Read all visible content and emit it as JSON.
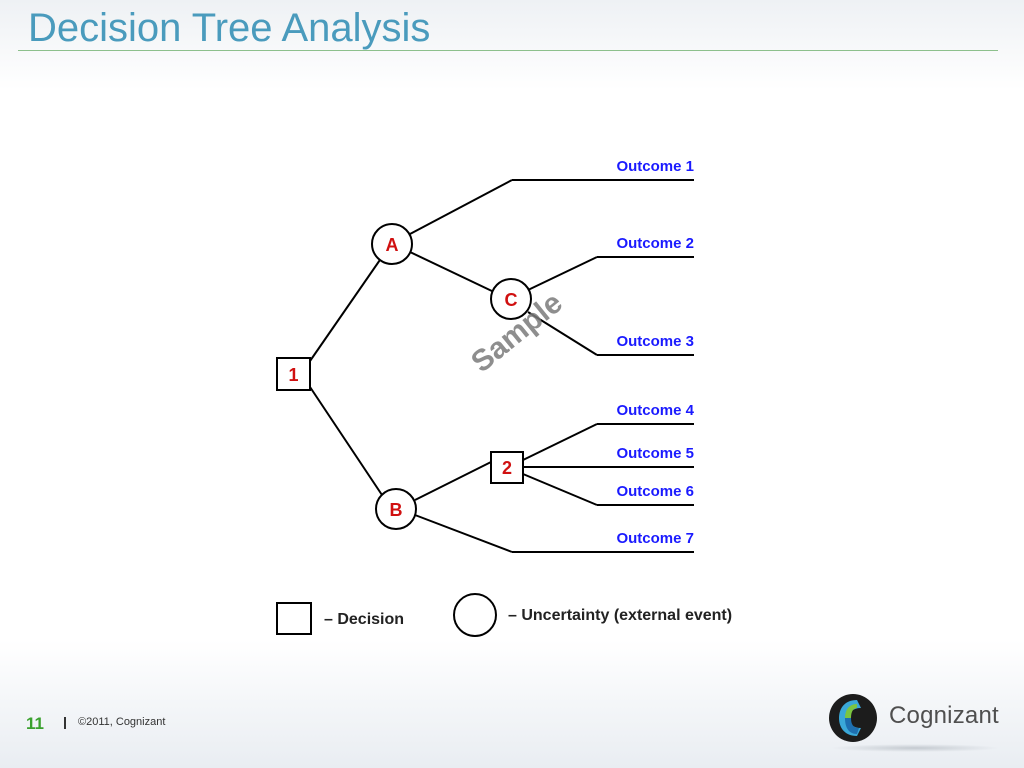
{
  "slide": {
    "title": "Decision Tree Analysis"
  },
  "diagram": {
    "nodes": {
      "root": "1",
      "a": "A",
      "b": "B",
      "c": "C",
      "d2": "2"
    },
    "outcomes": [
      "Outcome 1",
      "Outcome 2",
      "Outcome 3",
      "Outcome 4",
      "Outcome 5",
      "Outcome 6",
      "Outcome 7"
    ],
    "watermark": "Sample",
    "legend": {
      "decision": "– Decision",
      "uncertainty": "– Uncertainty (external event)"
    },
    "colors": {
      "outcome_text": "#1a1aff",
      "node_text": "#d01010",
      "line": "#000000",
      "watermark": "#7a7a7a"
    }
  },
  "footer": {
    "page_number": "11",
    "copyright": "©2011, Cognizant",
    "brand": "Cognizant",
    "brand_icon": "cognizant-logo-icon"
  }
}
